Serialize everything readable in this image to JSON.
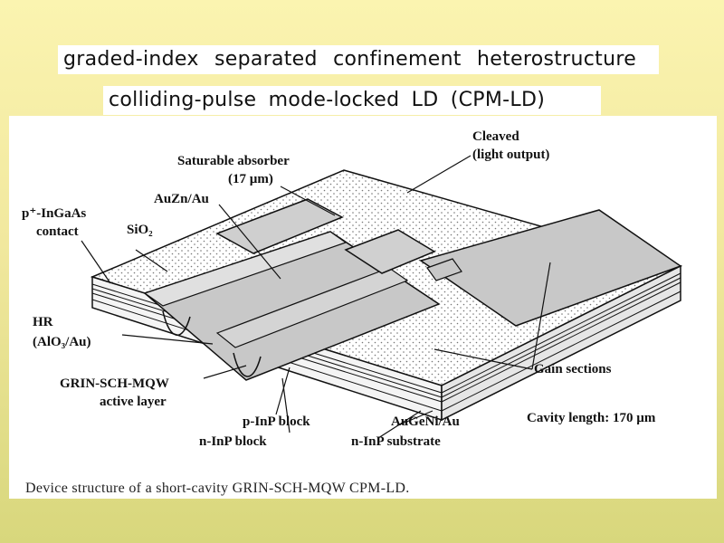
{
  "titles": {
    "line1": "graded-index separated confinement heterostructure",
    "line2": "colliding-pulse mode-locked LD (CPM-LD)"
  },
  "labels": {
    "cleaved": "Cleaved",
    "light_output": "(light output)",
    "saturable_absorber": "Saturable absorber",
    "sa_width": "(17 µm)",
    "auzn_au": "AuZn/Au",
    "contact_line1": "p⁺-InGaAs",
    "contact_line2": "contact",
    "sio2": "SiO₂",
    "hr": "HR",
    "hr_coating": "(AlO₃/Au)",
    "active_line1": "GRIN-SCH-MQW",
    "active_line2": "active layer",
    "p_inp_block": "p-InP block",
    "n_inp_block": "n-InP block",
    "augeni_au": "AuGeNi/Au",
    "n_inp_substrate": "n-InP substrate",
    "gain_sections": "Gain sections",
    "cavity_length": "Cavity length: 170 µm"
  },
  "caption": "Device structure of a short-cavity GRIN-SCH-MQW CPM-LD."
}
